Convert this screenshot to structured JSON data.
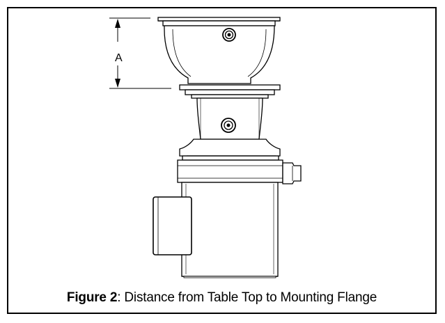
{
  "figure": {
    "caption_number": "Figure 2",
    "caption_separator": ":",
    "caption_text": " Distance from Table Top to Mounting Flange",
    "dimension_label": "A"
  }
}
